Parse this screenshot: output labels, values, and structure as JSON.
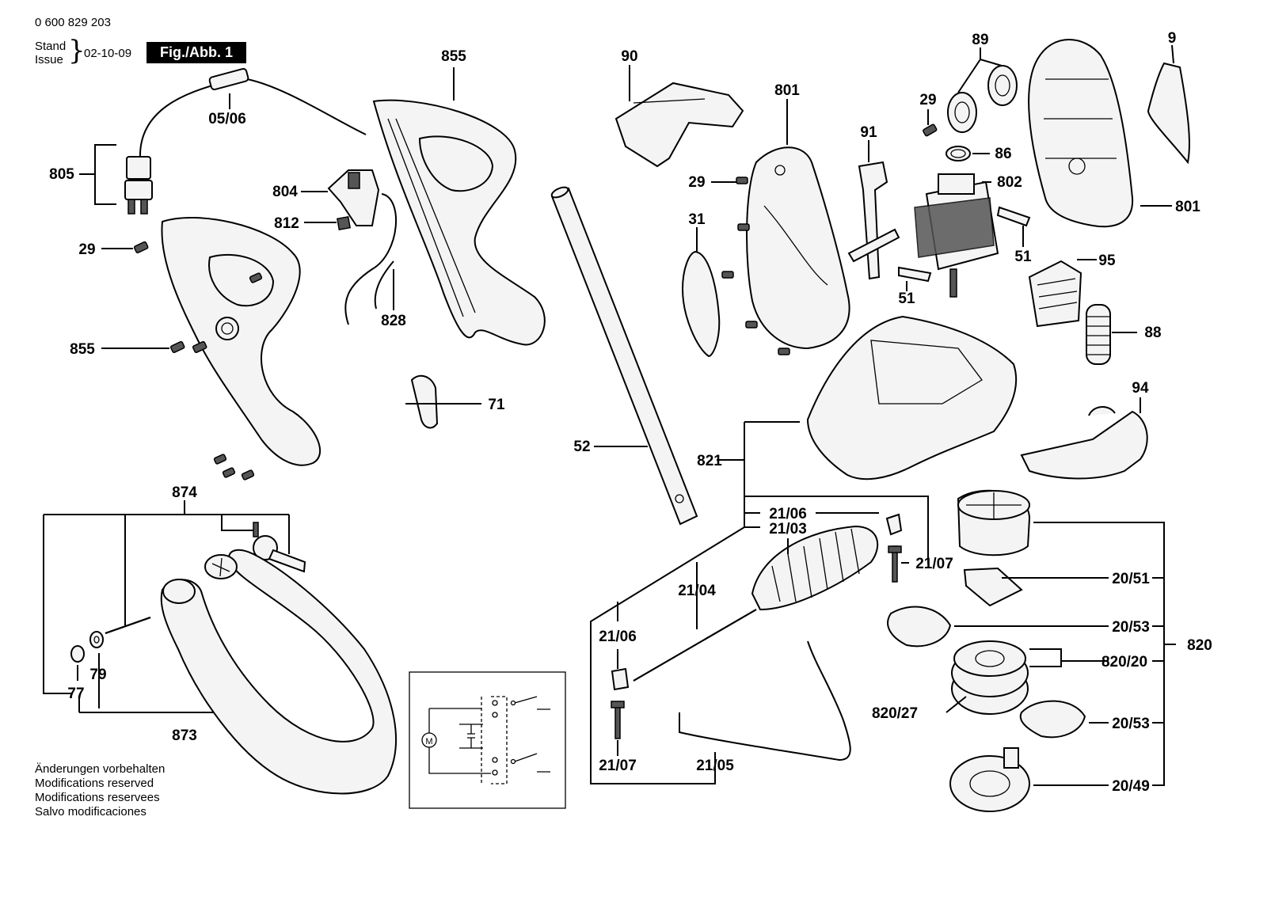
{
  "header": {
    "doc_number": "0 600 829 203",
    "stand_label": "Stand",
    "issue_label": "Issue",
    "date": "02-10-09",
    "figure_label": "Fig./Abb. 1"
  },
  "footer": {
    "lines": [
      "Änderungen vorbehalten",
      "Modifications reserved",
      "Modifications reservees",
      "Salvo modificaciones"
    ]
  },
  "part_labels": {
    "p_0506": "05/06",
    "p_805": "805",
    "p_29a": "29",
    "p_855a": "855",
    "p_855b": "855",
    "p_804": "804",
    "p_812": "812",
    "p_828": "828",
    "p_71": "71",
    "p_874": "874",
    "p_79": "79",
    "p_77": "77",
    "p_873": "873",
    "p_90": "90",
    "p_52": "52",
    "p_801a": "801",
    "p_29b": "29",
    "p_31": "31",
    "p_91": "91",
    "p_51a": "51",
    "p_89": "89",
    "p_29c": "29",
    "p_86": "86",
    "p_802": "802",
    "p_51b": "51",
    "p_9": "9",
    "p_801b": "801",
    "p_95": "95",
    "p_88": "88",
    "p_94": "94",
    "p_821": "821",
    "p_2106a": "21/06",
    "p_2103": "21/03",
    "p_2107a": "21/07",
    "p_2104": "21/04",
    "p_2106b": "21/06",
    "p_2107b": "21/07",
    "p_2105": "21/05",
    "p_2051": "20/51",
    "p_2053a": "20/53",
    "p_820": "820",
    "p_82020": "820/20",
    "p_82027": "820/27",
    "p_2053b": "20/53",
    "p_2049": "20/49"
  },
  "schematic": {
    "motor_symbol": "M"
  }
}
